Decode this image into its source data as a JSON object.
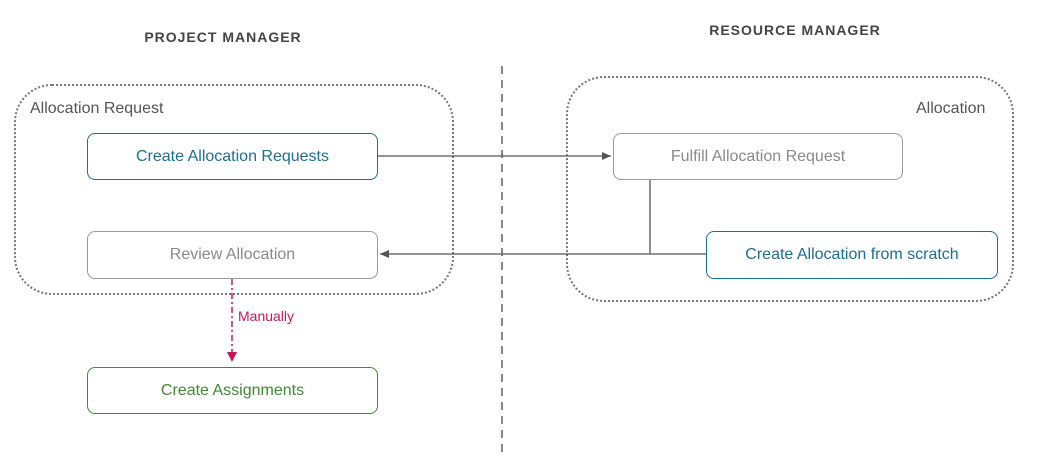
{
  "lanes": {
    "left": "PROJECT MANAGER",
    "right": "RESOURCE MANAGER"
  },
  "groups": {
    "allocation_request": "Allocation Request",
    "allocation": "Allocation"
  },
  "nodes": {
    "create_allocation_requests": "Create Allocation Requests",
    "fulfill_allocation_request": "Fulfill Allocation Request",
    "review_allocation": "Review Allocation",
    "create_allocation_from_scratch": "Create Allocation from scratch",
    "create_assignments": "Create Assignments"
  },
  "edges": {
    "manually": "Manually"
  },
  "colors": {
    "blue": "#1b6e95",
    "gray": "#9a9a9a",
    "green": "#3f8a33",
    "pink": "#c2185b",
    "connector": "#555555",
    "divider": "#888888"
  }
}
